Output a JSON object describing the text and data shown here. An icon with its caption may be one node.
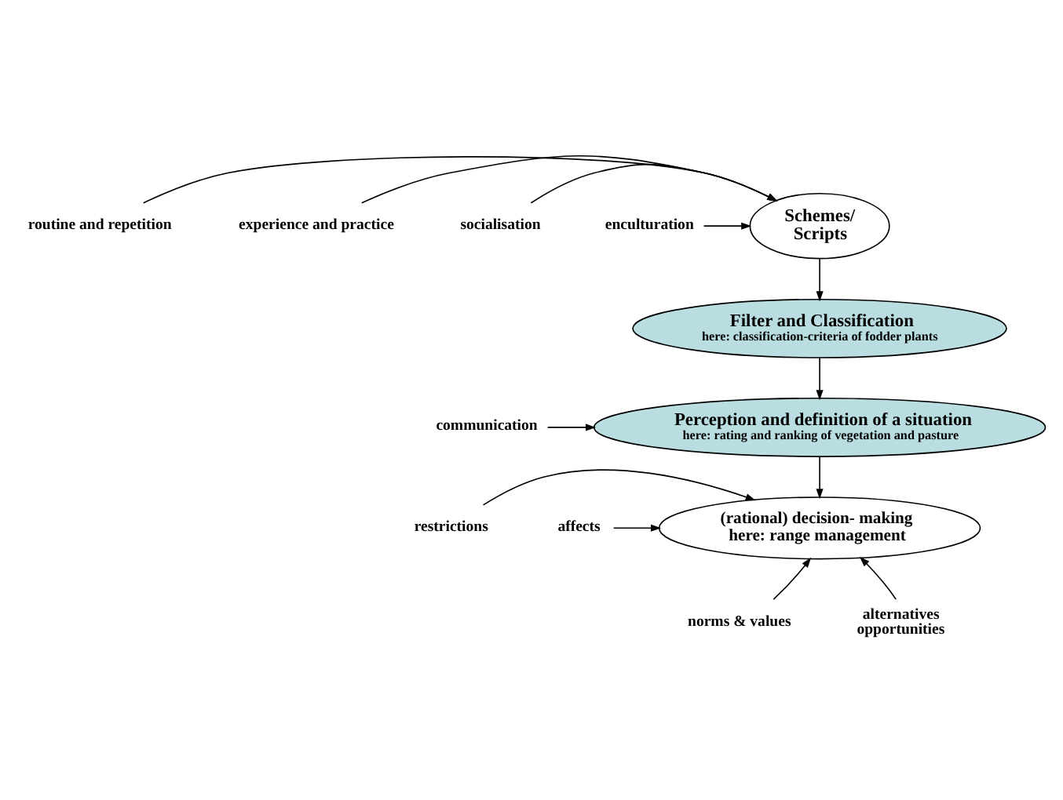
{
  "diagram": {
    "nodes": [
      {
        "text": [
          "Schemes/ Scripts"
        ]
      },
      {
        "text": [
          "routine and repetition"
        ]
      },
      {
        "text": [
          "experience and practice"
        ]
      },
      {
        "text": [
          "socialisation"
        ]
      },
      {
        "text": [
          "enculturation"
        ]
      },
      {
        "text": [
          "Filter and Classification",
          "here: classification-criteria of fodder plants"
        ]
      },
      {
        "text": [
          "communication"
        ]
      },
      {
        "text": [
          "Perception and definition of a situation",
          "here: rating and ranking of vegetation and pasture"
        ]
      },
      {
        "text": [
          "(rational) decision- making",
          "here: range management"
        ]
      },
      {
        "text": [
          "restrictions"
        ]
      },
      {
        "text": [
          "affects"
        ]
      },
      {
        "text": [
          "norms & values"
        ]
      },
      {
        "text": [
          "alternatives opportunities"
        ]
      }
    ],
    "edges": [
      {
        "from": 1,
        "to": 0,
        "arrow": "to"
      },
      {
        "from": 2,
        "to": 0,
        "arrow": "to"
      },
      {
        "from": 3,
        "to": 0,
        "arrow": "to"
      },
      {
        "from": 4,
        "to": 0,
        "arrow": "to"
      },
      {
        "from": 0,
        "to": 5,
        "arrow": "to"
      },
      {
        "from": 5,
        "to": 7,
        "arrow": "to"
      },
      {
        "from": 6,
        "to": 7,
        "arrow": "to"
      },
      {
        "from": 7,
        "to": 8,
        "arrow": "to"
      },
      {
        "from": 9,
        "to": 8,
        "arrow": "to"
      },
      {
        "from": 10,
        "to": 8,
        "arrow": "to"
      },
      {
        "from": 11,
        "to": 8,
        "arrow": "to"
      },
      {
        "from": 12,
        "to": 8,
        "arrow": "to"
      }
    ]
  }
}
